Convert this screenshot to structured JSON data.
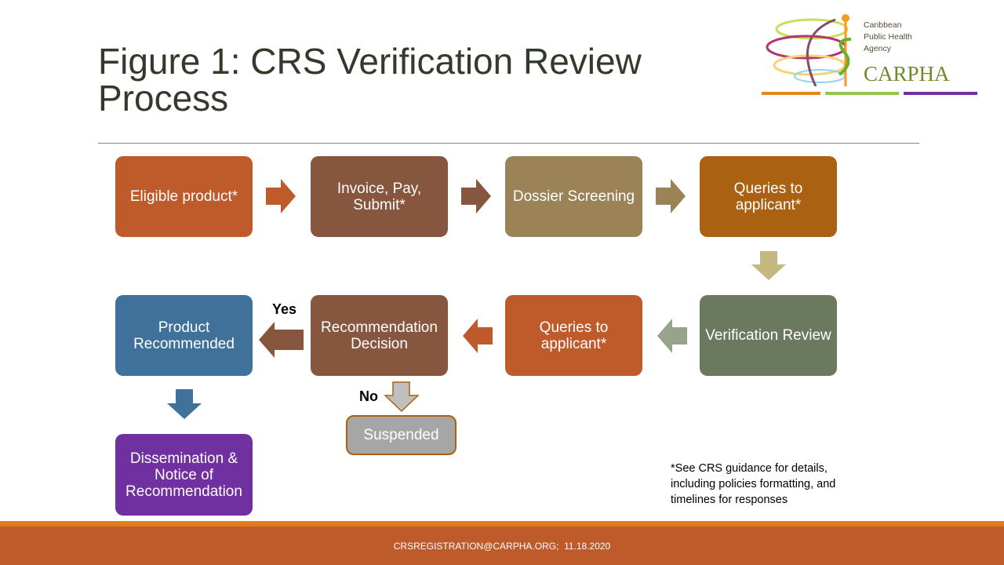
{
  "title": "Figure 1: CRS Verification Review Process",
  "logo": {
    "line1": "Caribbean",
    "line2": "Public Health",
    "line3": "Agency",
    "name": "CARPHA"
  },
  "steps": {
    "eligible": "Eligible product*",
    "invoice": "Invoice, Pay, Submit*",
    "dossier": "Dossier Screening",
    "queries1": "Queries to applicant*",
    "verification": "Verification Review",
    "queries2": "Queries to applicant*",
    "decision": "Recommendation Decision",
    "recommended": "Product Recommended",
    "dissemination": "Dissemination & Notice of Recommendation",
    "suspended": "Suspended"
  },
  "labels": {
    "yes": "Yes",
    "no": "No"
  },
  "note": "*See CRS guidance for details, including policies formatting, and timelines for responses",
  "footer": "CRSREGISTRATION@CARPHA.ORG;  11.18.2020",
  "colors": {
    "orange": "#bf5a2b",
    "brown": "#87563f",
    "tan": "#9b8357",
    "amber": "#aa6111",
    "olive": "#6b7a5e",
    "blue": "#3f719a",
    "purple": "#7030a0",
    "gray": "#a6a6a6"
  }
}
